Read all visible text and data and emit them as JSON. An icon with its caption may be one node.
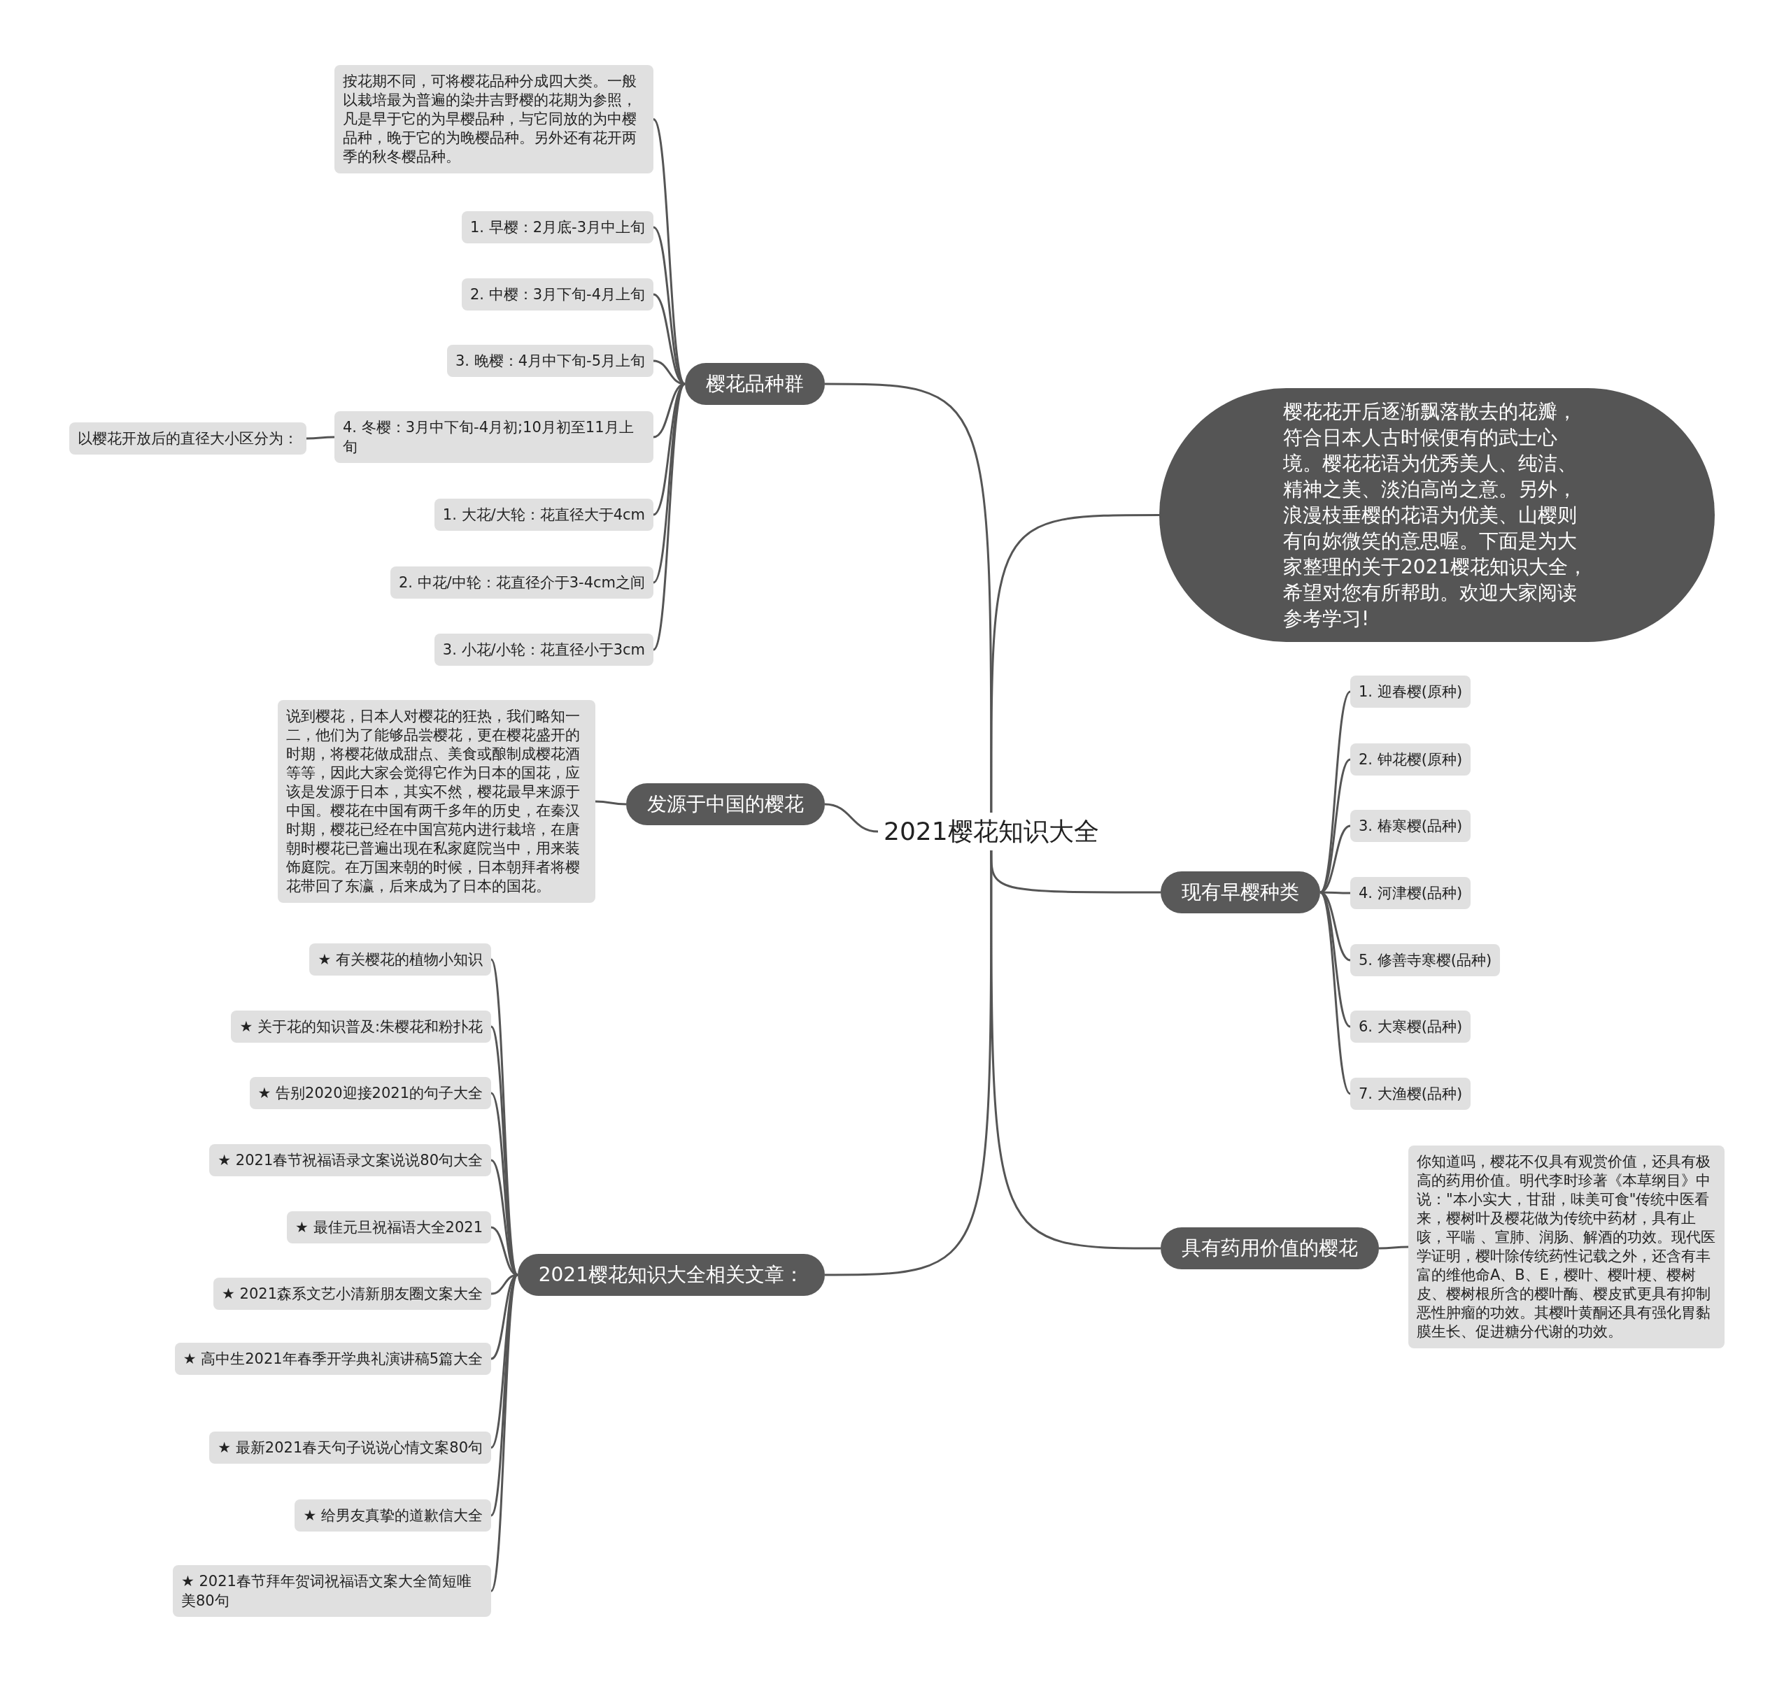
{
  "diagram": {
    "nodes": [
      {
        "text": [
          "2021樱花知识大全"
        ]
      },
      {
        "text": [
          "樱花品种群"
        ]
      },
      {
        "text": [
          "按花期不同，可将樱花品种分成四大类。一般以栽培最为普遍的染井吉野樱的花期为参照，凡是早于它的为早樱品种，与它同放的为中樱品种，晚于它的为晚樱品种。另外还有花开两季的秋冬樱品种。"
        ]
      },
      {
        "text": [
          "1. 早樱：2月底-3月中上旬"
        ]
      },
      {
        "text": [
          "2. 中樱：3月下旬-4月上旬"
        ]
      },
      {
        "text": [
          "3. 晚樱：4月中下旬-5月上旬"
        ]
      },
      {
        "text": [
          "4. 冬樱：3月中下旬-4月初;10月初至11月上旬"
        ]
      },
      {
        "text": [
          "以樱花开放后的直径大小区分为："
        ]
      },
      {
        "text": [
          "1. 大花/大轮：花直径大于4cm"
        ]
      },
      {
        "text": [
          "2. 中花/中轮：花直径介于3-4cm之间"
        ]
      },
      {
        "text": [
          "3. 小花/小轮：花直径小于3cm"
        ]
      },
      {
        "text": [
          "发源于中国的樱花"
        ]
      },
      {
        "text": [
          "说到樱花，日本人对樱花的狂热，我们略知一二，他们为了能够品尝樱花，更在樱花盛开的时期，将樱花做成甜点、美食或酿制成樱花酒等等，因此大家会觉得它作为日本的国花，应该是发源于日本，其实不然，樱花最早来源于中国。樱花在中国有两千多年的历史，在秦汉时期，樱花已经在中国宫苑内进行栽培，在唐朝时樱花已普遍出现在私家庭院当中，用来装饰庭院。在万国来朝的时候，日本朝拜者将樱花带回了东瀛，后来成为了日本的国花。"
        ]
      },
      {
        "text": [
          "2021樱花知识大全相关文章："
        ]
      },
      {
        "text": [
          "★ 有关樱花的植物小知识"
        ]
      },
      {
        "text": [
          "★ 关于花的知识普及:朱樱花和粉扑花"
        ]
      },
      {
        "text": [
          "★ 告别2020迎接2021的句子大全"
        ]
      },
      {
        "text": [
          "★ 2021春节祝福语录文案说说80句大全"
        ]
      },
      {
        "text": [
          "★ 最佳元旦祝福语大全2021"
        ]
      },
      {
        "text": [
          "★ 2021森系文艺小清新朋友圈文案大全"
        ]
      },
      {
        "text": [
          "★ 高中生2021年春季开学典礼演讲稿5篇大全"
        ]
      },
      {
        "text": [
          "★ 最新2021春天句子说说心情文案80句"
        ]
      },
      {
        "text": [
          "★ 给男友真挚的道歉信大全"
        ]
      },
      {
        "text": [
          "★ 2021春节拜年贺词祝福语文案大全简短唯美80句"
        ]
      },
      {
        "text": [
          "樱花花开后逐渐飘落散去的花瓣，符合日本人古时候便有的武士心境。樱花花语为优秀美人、纯洁、精神之美、淡泊高尚之意。另外，浪漫枝垂樱的花语为优美、山樱则有向妳微笑的意思喔。下面是为大家整理的关于2021樱花知识大全，希望对您有所帮助。欢迎大家阅读参考学习!"
        ]
      },
      {
        "text": [
          "现有早樱种类"
        ]
      },
      {
        "text": [
          "1. 迎春樱(原种)"
        ]
      },
      {
        "text": [
          "2. 钟花樱(原种)"
        ]
      },
      {
        "text": [
          "3. 椿寒樱(品种)"
        ]
      },
      {
        "text": [
          "4. 河津樱(品种)"
        ]
      },
      {
        "text": [
          "5. 修善寺寒樱(品种)"
        ]
      },
      {
        "text": [
          "6. 大寒樱(品种)"
        ]
      },
      {
        "text": [
          "7. 大渔樱(品种)"
        ]
      },
      {
        "text": [
          "具有药用价值的樱花"
        ]
      },
      {
        "text": [
          "你知道吗，樱花不仅具有观赏价值，还具有极高的药用价值。明代李时珍著《本草纲目》中说：\"本小实大，甘甜，味美可食\"传统中医看来，樱树叶及樱花做为传统中药材，具有止咳，平喘 、宣肺、润肠、解酒的功效。现代医学证明，樱叶除传统药性记载之外，还含有丰富的维他命A、B、E，樱叶、樱叶梗、樱树皮、樱树根所含的樱叶酶、樱皮甙更具有抑制恶性肿瘤的功效。其樱叶黄酮还具有强化胃黏膜生长、促进糖分代谢的功效。"
        ]
      }
    ],
    "edges": [
      {
        "from": 0,
        "to": 1,
        "arrow": "none"
      },
      {
        "from": 1,
        "to": 2,
        "arrow": "none"
      },
      {
        "from": 1,
        "to": 3,
        "arrow": "none"
      },
      {
        "from": 1,
        "to": 4,
        "arrow": "none"
      },
      {
        "from": 1,
        "to": 5,
        "arrow": "none"
      },
      {
        "from": 1,
        "to": 6,
        "arrow": "none"
      },
      {
        "from": 6,
        "to": 7,
        "arrow": "none"
      },
      {
        "from": 1,
        "to": 8,
        "arrow": "none"
      },
      {
        "from": 1,
        "to": 9,
        "arrow": "none"
      },
      {
        "from": 1,
        "to": 10,
        "arrow": "none"
      },
      {
        "from": 0,
        "to": 11,
        "arrow": "none"
      },
      {
        "from": 11,
        "to": 12,
        "arrow": "none"
      },
      {
        "from": 0,
        "to": 13,
        "arrow": "none"
      },
      {
        "from": 13,
        "to": 14,
        "arrow": "none"
      },
      {
        "from": 13,
        "to": 15,
        "arrow": "none"
      },
      {
        "from": 13,
        "to": 16,
        "arrow": "none"
      },
      {
        "from": 13,
        "to": 17,
        "arrow": "none"
      },
      {
        "from": 13,
        "to": 18,
        "arrow": "none"
      },
      {
        "from": 13,
        "to": 19,
        "arrow": "none"
      },
      {
        "from": 13,
        "to": 20,
        "arrow": "none"
      },
      {
        "from": 13,
        "to": 21,
        "arrow": "none"
      },
      {
        "from": 13,
        "to": 22,
        "arrow": "none"
      },
      {
        "from": 13,
        "to": 23,
        "arrow": "none"
      },
      {
        "from": 0,
        "to": 24,
        "arrow": "none"
      },
      {
        "from": 0,
        "to": 25,
        "arrow": "none"
      },
      {
        "from": 25,
        "to": 26,
        "arrow": "none"
      },
      {
        "from": 25,
        "to": 27,
        "arrow": "none"
      },
      {
        "from": 25,
        "to": 28,
        "arrow": "none"
      },
      {
        "from": 25,
        "to": 29,
        "arrow": "none"
      },
      {
        "from": 25,
        "to": 30,
        "arrow": "none"
      },
      {
        "from": 25,
        "to": 31,
        "arrow": "none"
      },
      {
        "from": 25,
        "to": 32,
        "arrow": "none"
      },
      {
        "from": 0,
        "to": 33,
        "arrow": "none"
      },
      {
        "from": 33,
        "to": 34,
        "arrow": "none"
      }
    ]
  }
}
